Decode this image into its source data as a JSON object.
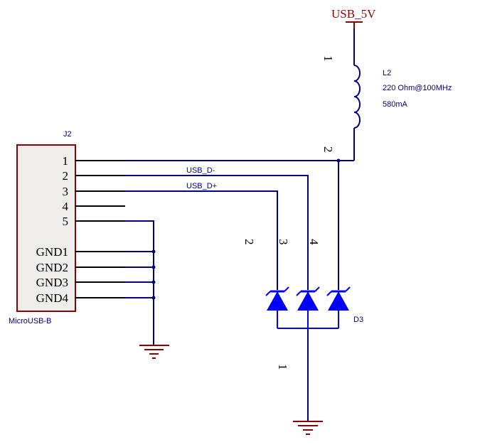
{
  "power": {
    "usb_5v": "USB_5V"
  },
  "connector": {
    "designator": "J2",
    "part": "MicroUSB-B",
    "pins": [
      "1",
      "2",
      "3",
      "4",
      "5",
      "GND1",
      "GND2",
      "GND3",
      "GND4"
    ]
  },
  "inductor": {
    "designator": "L2",
    "value": "220 Ohm@100MHz",
    "current": "580mA",
    "pin_top": "1",
    "pin_bottom": "2"
  },
  "nets": {
    "d_minus": "USB_D-",
    "d_plus": "USB_D+"
  },
  "tvs": {
    "designator": "D3",
    "pin_a": "2",
    "pin_b": "3",
    "pin_c": "4",
    "pin_common": "1"
  },
  "colors": {
    "wire": "#000080",
    "diode": "#0000ff",
    "power": "#8b0000",
    "body_fill": "#f0eeea"
  }
}
